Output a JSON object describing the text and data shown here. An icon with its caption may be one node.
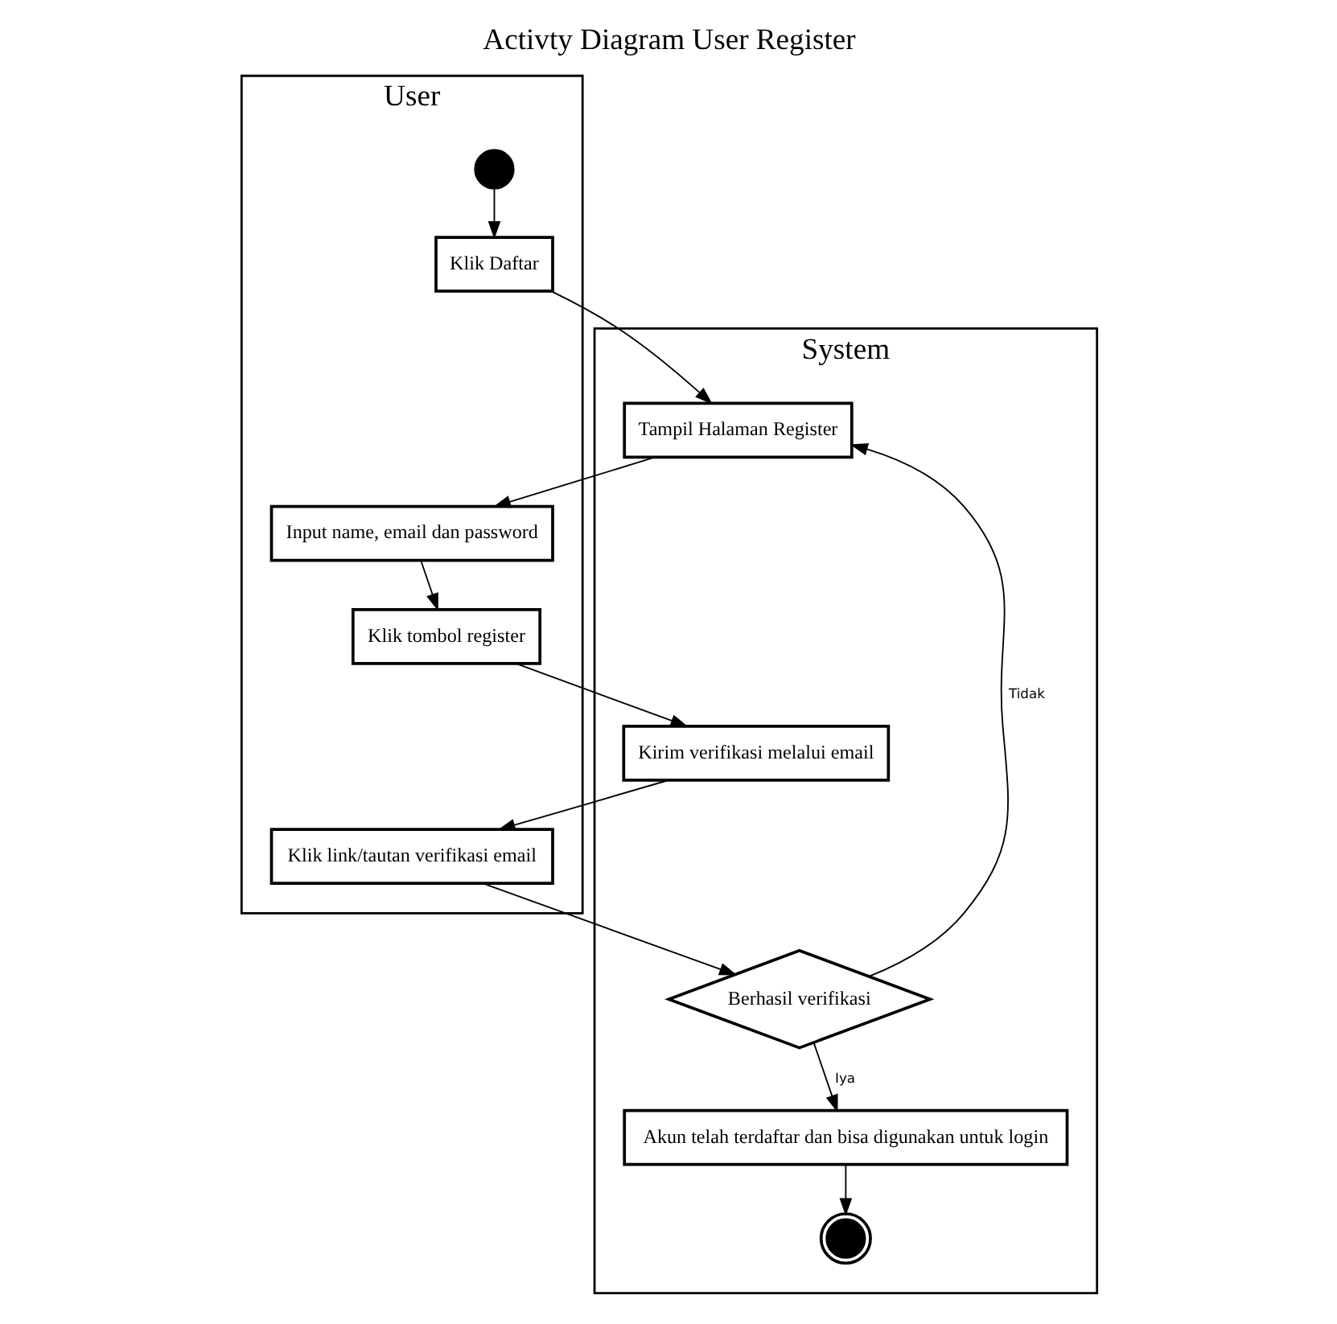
{
  "diagram": {
    "title": "Activty Diagram User Register",
    "nodes": [
      {
        "text": [
          "User"
        ]
      },
      {
        "text": [],
        "shape": "circle",
        "in": 0
      },
      {
        "text": [
          "Klik Daftar"
        ],
        "in": 0
      },
      {
        "text": [
          "Input name, email dan password"
        ],
        "in": 0
      },
      {
        "text": [
          "Klik tombol register"
        ],
        "in": 0
      },
      {
        "text": [
          "Klik link/tautan verifikasi email"
        ],
        "in": 0
      },
      {
        "text": [
          "System"
        ]
      },
      {
        "text": [
          "Tampil Halaman Register"
        ],
        "in": 6
      },
      {
        "text": [
          "Kirim verifikasi melalui email"
        ],
        "in": 6
      },
      {
        "text": [
          "Berhasil verifikasi"
        ],
        "in": 6
      },
      {
        "text": [
          "Akun telah terdaftar dan bisa digunakan untuk login"
        ],
        "in": 6
      },
      {
        "text": [],
        "shape": "circle",
        "in": 6
      }
    ],
    "edges": [
      {
        "from": 1,
        "to": 2,
        "arrow": "to"
      },
      {
        "from": 2,
        "to": 7,
        "arrow": "to"
      },
      {
        "from": 7,
        "to": 3,
        "arrow": "to"
      },
      {
        "from": 3,
        "to": 4,
        "arrow": "to"
      },
      {
        "from": 4,
        "to": 8,
        "arrow": "to"
      },
      {
        "from": 8,
        "to": 5,
        "arrow": "to"
      },
      {
        "from": 5,
        "to": 9,
        "arrow": "to"
      },
      {
        "from": 9,
        "to": 7,
        "arrow": "to",
        "label": "Tidak"
      },
      {
        "from": 9,
        "to": 10,
        "arrow": "to",
        "label": "Iya"
      },
      {
        "from": 10,
        "to": 11,
        "arrow": "to"
      }
    ]
  }
}
